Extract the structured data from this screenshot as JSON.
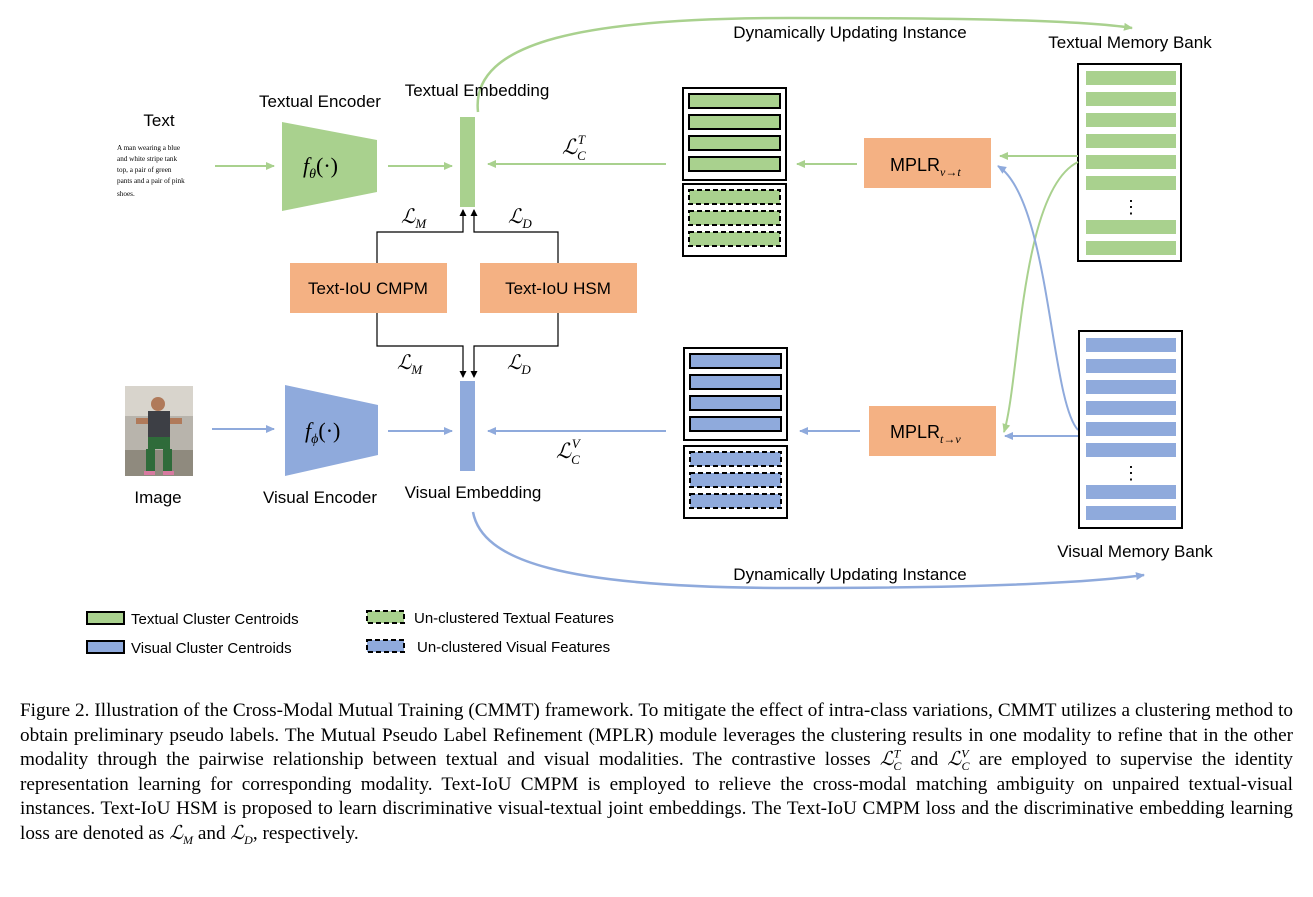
{
  "colors": {
    "text_green": "#a9d18e",
    "visual_blue": "#8faadc",
    "module_orange": "#f4b183",
    "arrow_green": "#a9d18e",
    "arrow_blue": "#8faadc"
  },
  "diagram": {
    "dyn_top": "Dynamically Updating Instance",
    "dyn_bottom": "Dynamically Updating Instance",
    "text_memory_bank": "Textual Memory Bank",
    "visual_memory_bank": "Visual Memory Bank",
    "text_label": "Text",
    "text_sample": [
      "A man wearing a blue",
      "and white stripe tank",
      "top, a pair of green",
      "pants and a pair of pink",
      "shoes."
    ],
    "textual_encoder": "Textual Encoder",
    "textual_embedding": "Textual Embedding",
    "image_label": "Image",
    "visual_encoder": "Visual Encoder",
    "visual_embedding": "Visual Embedding",
    "text_encoder_fn": "f",
    "text_encoder_sub": "θ",
    "text_encoder_arg": "(·)",
    "visual_encoder_fn": "f",
    "visual_encoder_sub": "ϕ",
    "visual_encoder_arg": "(·)",
    "cmpm": "Text-IoU CMPM",
    "hsm": "Text-IoU HSM",
    "mplr_vt": "MPLR",
    "mplr_vt_sub": "v→t",
    "mplr_tv": "MPLR",
    "mplr_tv_sub": "t→v",
    "loss_l": "ℒ",
    "loss_m": "M",
    "loss_d": "D",
    "loss_c": "C",
    "loss_t": "T",
    "loss_v": "V",
    "dots": "⋮"
  },
  "legend": {
    "textual_centroids": "Textual Cluster Centroids",
    "visual_centroids": "Visual Cluster Centroids",
    "unclustered_textual": "Un-clustered Textual Features",
    "unclustered_visual": "Un-clustered Visual Features"
  },
  "caption": {
    "p1": "Figure 2. Illustration of the Cross-Modal Mutual Training (CMMT) framework. To mitigate the effect of intra-class variations, CMMT utilizes a clustering method to obtain preliminary pseudo labels. The Mutual Pseudo Label Refinement (MPLR) module leverages the clustering results in one modality to refine that in the other modality through the pairwise relationship between textual and visual modalities. The contrastive losses ",
    "l_sym": "ℒ",
    "sup_t": "T",
    "sub_c": "C",
    "and1": " and ",
    "sup_v": "V",
    "p2": " are employed to supervise the identity representation learning for corresponding modality. Text-IoU CMPM is employed to relieve the cross-modal matching ambiguity on unpaired textual-visual instances. Text-IoU HSM is proposed to learn discriminative visual-textual joint embeddings. The Text-IoU CMPM loss and the discriminative embedding learning loss are denoted as ",
    "sub_m": "M",
    "and2": " and ",
    "sub_d": "D",
    "p3": ", respectively."
  }
}
